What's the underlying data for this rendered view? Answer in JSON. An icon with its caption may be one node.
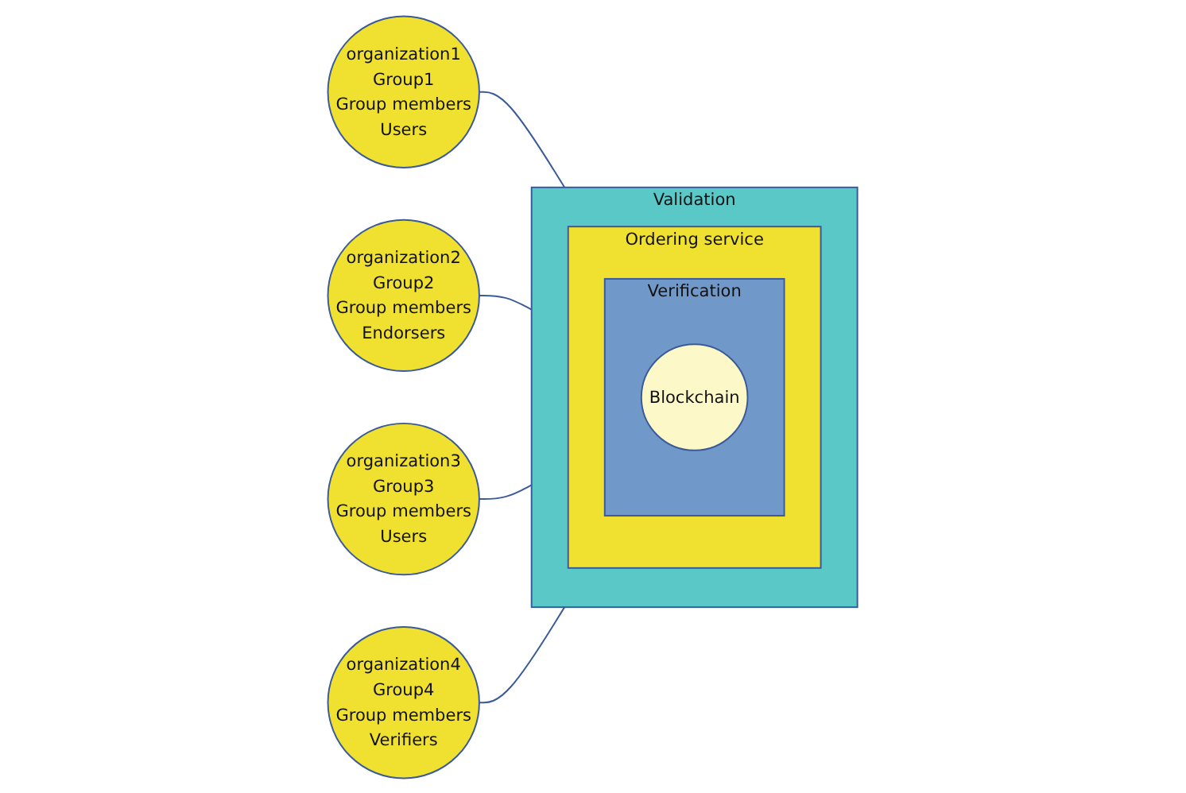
{
  "diagram": {
    "nodes": [
      {
        "text": [
          "Validation"
        ]
      },
      {
        "text": [
          "Ordering service"
        ],
        "in": 0
      },
      {
        "text": [
          "Verification"
        ],
        "in": 1
      },
      {
        "text": [
          "Blockchain"
        ],
        "in": 2
      },
      {
        "text": [
          "organization1",
          "Group1",
          "Group members",
          "Users"
        ]
      },
      {
        "text": [
          "organization2",
          "Group2",
          "Group members",
          "Endorsers"
        ]
      },
      {
        "text": [
          "organization3",
          "Group3",
          "Group members",
          "Users"
        ]
      },
      {
        "text": [
          "organization4",
          "Group4",
          "Group members",
          "Verifiers"
        ]
      }
    ],
    "edges": [
      {
        "from": 4,
        "to": 0,
        "arrow": "none"
      },
      {
        "from": 5,
        "to": 0,
        "arrow": "none"
      },
      {
        "from": 6,
        "to": 0,
        "arrow": "none"
      },
      {
        "from": 7,
        "to": 0,
        "arrow": "none"
      }
    ]
  }
}
